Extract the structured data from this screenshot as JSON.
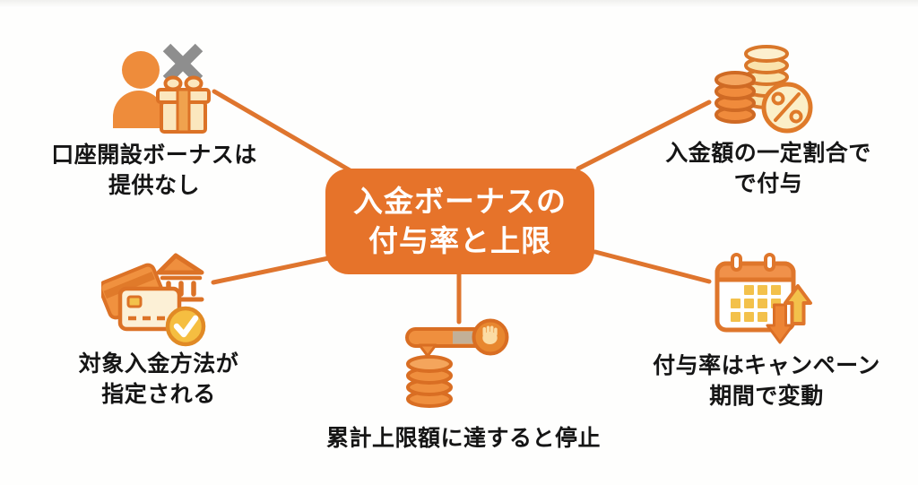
{
  "title": {
    "line1": "入金ボーナスの",
    "line2": "付与率と上限"
  },
  "nodes": [
    {
      "id": "account-opening",
      "icon": "person-no-bonus-icon",
      "line1": "口座開設ボーナスは",
      "line2": "提供なし"
    },
    {
      "id": "deposit-ratio",
      "icon": "coins-percent-icon",
      "line1": "入金額の一定割合で",
      "line2": "で付与"
    },
    {
      "id": "payment-methods",
      "icon": "cards-bank-check-icon",
      "line1": "対象入金方法が",
      "line2": "指定される"
    },
    {
      "id": "cumulative-cap",
      "icon": "coins-stop-icon",
      "line1": "累計上限額に達すると停止"
    },
    {
      "id": "campaign-period",
      "icon": "calendar-arrows-icon",
      "line1": "付与率はキャンペーン",
      "line2": "期間で変動"
    }
  ],
  "colors": {
    "accent_orange": "#e6732a",
    "connector_orange": "#df752e",
    "icon_stroke": "#dc7226",
    "icon_fill_orange": "#ef8f3e",
    "cream": "#fbe7bc",
    "yellow": "#f3c14b",
    "gray_x": "#8e8e8e",
    "text_black": "#151515",
    "background": "#fefefd"
  }
}
